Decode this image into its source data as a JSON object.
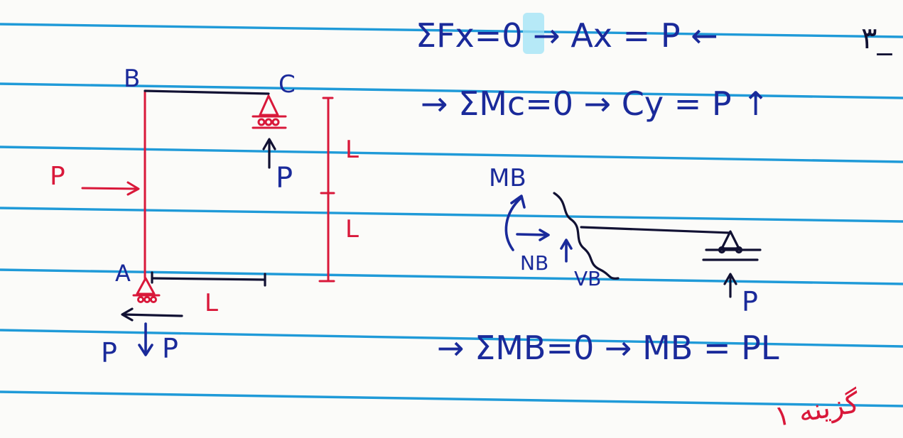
{
  "page_number": "۳_",
  "frame": {
    "joint_b": "B",
    "joint_c": "C",
    "joint_a": "A",
    "force_p": "P",
    "reaction_c": "P",
    "dim_upper": "L",
    "dim_lower": "L",
    "dim_bottom": "L",
    "reaction_a_horizontal": "P",
    "reaction_a_vertical": "P"
  },
  "equations": {
    "eq1": "ΣFx=0 → Ax = P ←",
    "eq2": "→ ΣMc=0 → Cy = P ↑",
    "eq3": "→ ΣMB=0 → MB = PL"
  },
  "free_body": {
    "moment": "MB",
    "normal": "NB",
    "shear": "VB",
    "reaction": "P"
  },
  "answer": "گزینه ۱",
  "colors": {
    "blue_ink": "#1a2a9a",
    "red_ink": "#d9183a",
    "rule_lines": "#1f9ad8",
    "highlight": "#9fe3f5"
  }
}
